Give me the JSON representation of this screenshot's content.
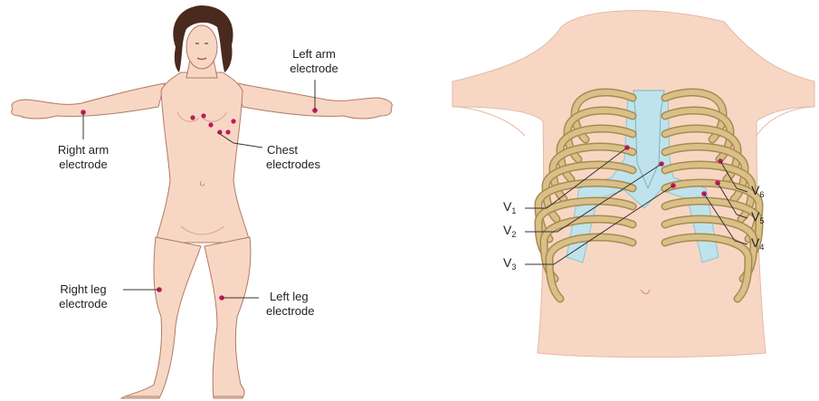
{
  "colors": {
    "skin": "#f7d7c4",
    "skin_shadow": "#e8b59c",
    "outline": "#b07a64",
    "hair": "#4a2a1e",
    "electrode": "#c2185b",
    "bone": "#d9c089",
    "bone_dark": "#a98a4e",
    "cartilage": "#bfe3ec",
    "leader": "#333333"
  },
  "labels": {
    "left_arm": [
      "Left arm",
      "electrode"
    ],
    "right_arm": [
      "Right arm",
      "electrode"
    ],
    "chest": [
      "Chest",
      "electrodes"
    ],
    "right_leg": [
      "Right leg",
      "electrode"
    ],
    "left_leg": [
      "Left leg",
      "electrode"
    ]
  },
  "precordial": [
    {
      "base": "V",
      "sub": "1"
    },
    {
      "base": "V",
      "sub": "2"
    },
    {
      "base": "V",
      "sub": "3"
    },
    {
      "base": "V",
      "sub": "4"
    },
    {
      "base": "V",
      "sub": "5"
    },
    {
      "base": "V",
      "sub": "6"
    }
  ]
}
